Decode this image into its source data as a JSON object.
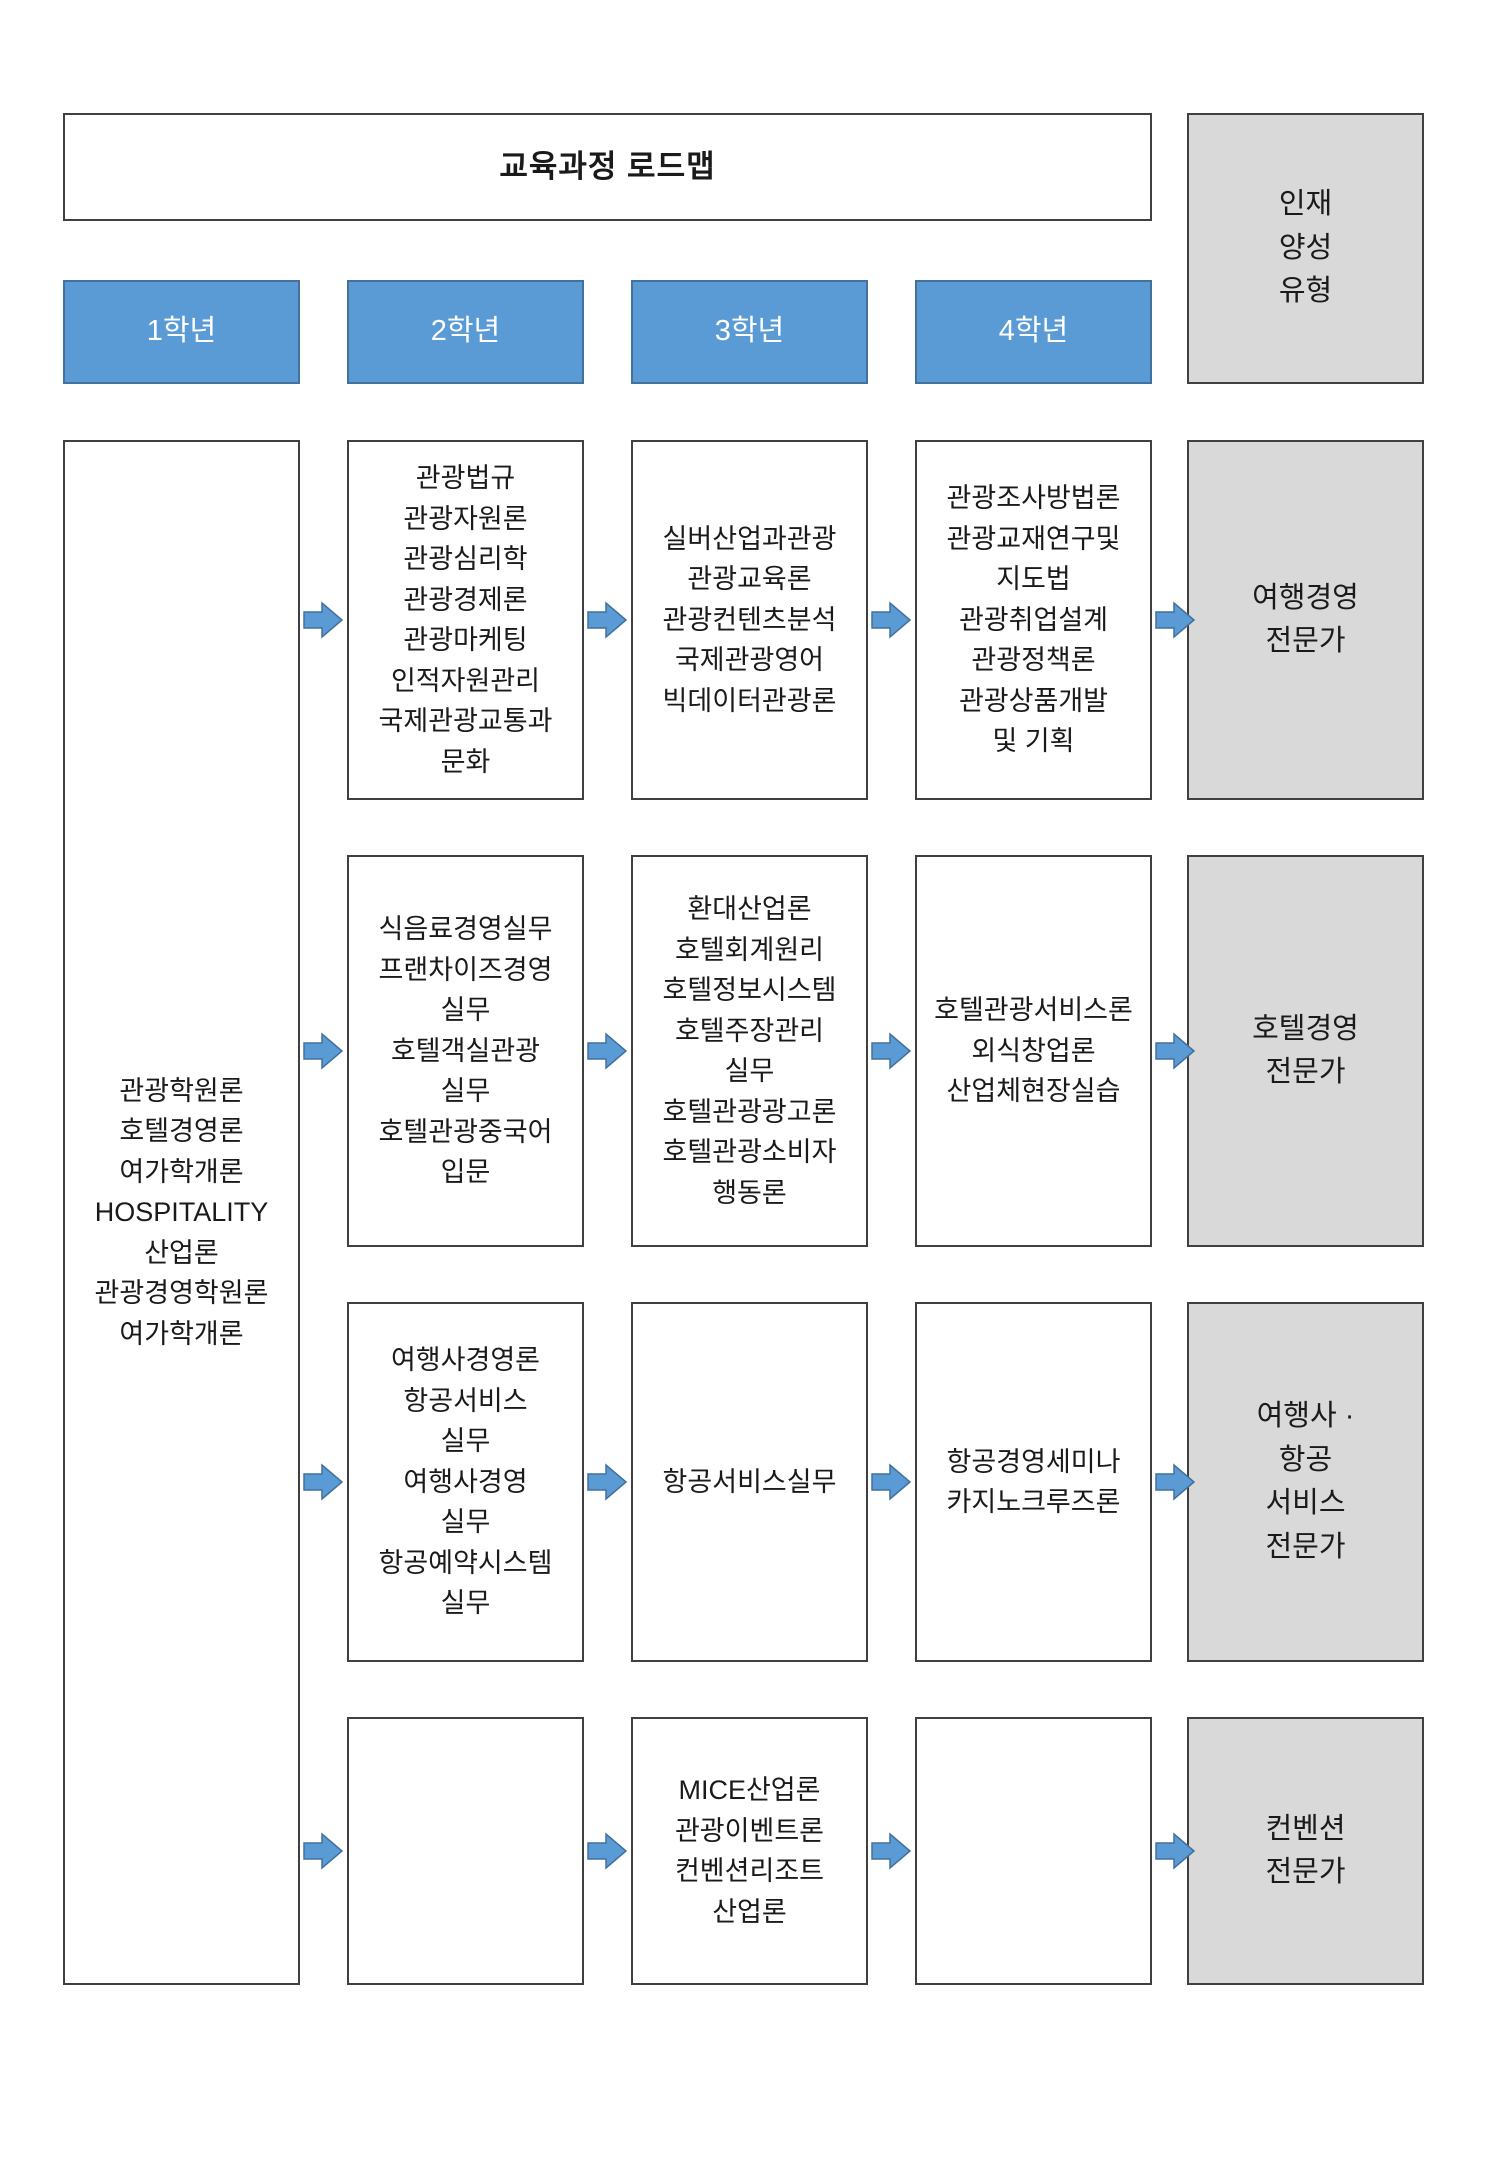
{
  "title": "교육과정 로드맵",
  "talent_header": [
    "인재",
    "양성",
    "유형"
  ],
  "years": [
    "1학년",
    "2학년",
    "3학년",
    "4학년"
  ],
  "foundation": [
    "관광학원론",
    "호텔경영론",
    "여가학개론",
    "HOSPITALITY",
    "산업론",
    "관광경영학원론",
    "여가학개론"
  ],
  "tracks": [
    {
      "year2": [
        "관광법규",
        "관광자원론",
        "관광심리학",
        "관광경제론",
        "관광마케팅",
        "인적자원관리",
        "국제관광교통과",
        "문화"
      ],
      "year3": [
        "실버산업과관광",
        "관광교육론",
        "관광컨텐츠분석",
        "국제관광영어",
        "빅데이터관광론"
      ],
      "year4": [
        "관광조사방법론",
        "관광교재연구및",
        "지도법",
        "관광취업설계",
        "관광정책론",
        "관광상품개발",
        "및 기획"
      ],
      "outcome": [
        "여행경영",
        "전문가"
      ]
    },
    {
      "year2": [
        "식음료경영실무",
        "프랜차이즈경영",
        "실무",
        "호텔객실관광",
        "실무",
        "호텔관광중국어",
        "입문"
      ],
      "year3": [
        "환대산업론",
        "호텔회계원리",
        "호텔정보시스템",
        "호텔주장관리",
        "실무",
        "호텔관광광고론",
        "호텔관광소비자",
        "행동론"
      ],
      "year4": [
        "호텔관광서비스론",
        "외식창업론",
        "산업체현장실습"
      ],
      "outcome": [
        "호텔경영",
        "전문가"
      ]
    },
    {
      "year2": [
        "여행사경영론",
        "항공서비스",
        "실무",
        "여행사경영",
        "실무",
        "항공예약시스템",
        "실무"
      ],
      "year3": [
        "항공서비스실무"
      ],
      "year4": [
        "항공경영세미나",
        "카지노크루즈론"
      ],
      "outcome": [
        "여행사 ·",
        "항공",
        "서비스",
        "전문가"
      ]
    },
    {
      "year2": [],
      "year3": [
        "MICE산업론",
        "관광이벤트론",
        "컨벤션리조트",
        "산업론"
      ],
      "year4": [],
      "outcome": [
        "컨벤션",
        "전문가"
      ]
    }
  ],
  "colors": {
    "accent_blue": "#5B9BD5",
    "accent_blue_border": "#41719C",
    "gray_fill": "#D9D9D9",
    "border": "#404040"
  }
}
